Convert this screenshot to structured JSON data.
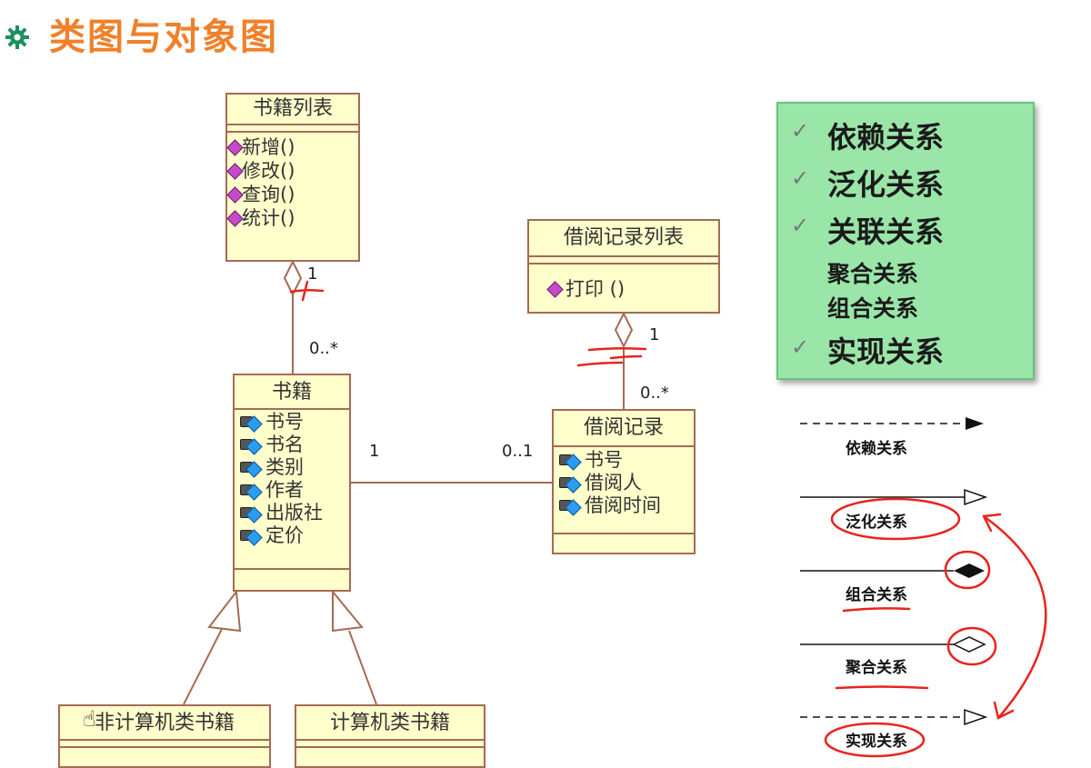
{
  "title": "类图与对象图",
  "classes": {
    "book_list": {
      "name": "书籍列表",
      "operations": [
        "新增()",
        "修改()",
        "查询()",
        "统计()"
      ]
    },
    "borrow_list": {
      "name": "借阅记录列表",
      "operations": [
        "打印 ()"
      ]
    },
    "book": {
      "name": "书籍",
      "attributes": [
        "书号",
        "书名",
        "类别",
        "作者",
        "出版社",
        "定价"
      ]
    },
    "borrow_record": {
      "name": "借阅记录",
      "attributes": [
        "书号",
        "借阅人",
        "借阅时间"
      ]
    },
    "non_computer_book": {
      "name": "非计算机类书籍"
    },
    "computer_book": {
      "name": "计算机类书籍"
    }
  },
  "multiplicities": {
    "booklist_end": "1",
    "book_from_list": "0..*",
    "book_assoc": "1",
    "record_assoc": "0..1",
    "borrowlist_end": "1",
    "record_from_list": "0..*"
  },
  "legend": {
    "items": [
      {
        "label": "依赖关系",
        "checked": true
      },
      {
        "label": "泛化关系",
        "checked": true
      },
      {
        "label": "关联关系",
        "checked": true
      },
      {
        "label": "聚合关系",
        "checked": false
      },
      {
        "label": "组合关系",
        "checked": false
      },
      {
        "label": "实现关系",
        "checked": true
      }
    ],
    "check_glyph": "✓",
    "background": "#99e6a8"
  },
  "relation_samples": [
    {
      "label": "依赖关系",
      "arrow": "dashed-line-filled-arrow"
    },
    {
      "label": "泛化关系",
      "arrow": "solid-line-hollow-triangle"
    },
    {
      "label": "组合关系",
      "arrow": "solid-line-filled-diamond"
    },
    {
      "label": "聚合关系",
      "arrow": "solid-line-hollow-diamond"
    },
    {
      "label": "实现关系",
      "arrow": "dashed-line-hollow-triangle"
    }
  ],
  "colors": {
    "title": "#f0802a",
    "class_fill": "#ffffcc",
    "class_border": "#a46b55",
    "annotation": "#e8241c"
  },
  "icons": {
    "title_icon": "green-gear-icon",
    "operation_icon": "purple-diamond-icon",
    "attribute_icon": "lock-blue-diamond-icon",
    "cursor_icon": "hand-pointer-icon"
  }
}
